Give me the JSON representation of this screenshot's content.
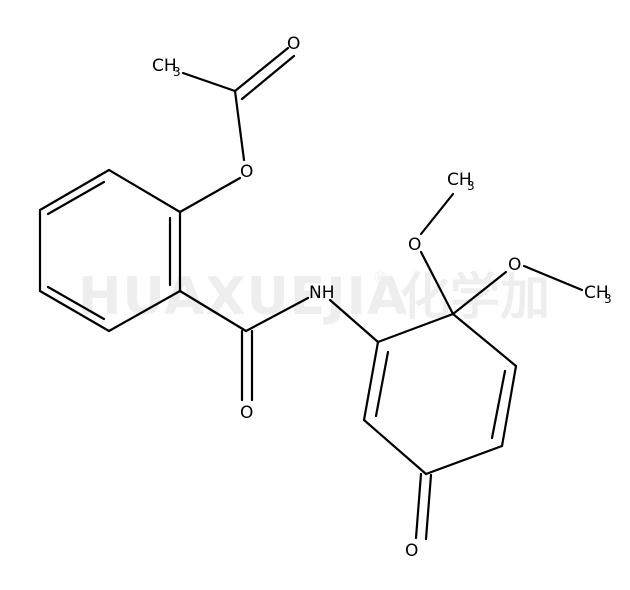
{
  "watermark": {
    "latin": "HUAXUEJIA",
    "registered": "®",
    "chinese": "化学加"
  },
  "atoms": {
    "o_carbonyl_top": "O",
    "ch3_acetyl": "CH",
    "ch3_acetyl_sub": "3",
    "o_ester": "O",
    "nh": "NH",
    "o_amide": "O",
    "ch3_methoxy_top": "CH",
    "ch3_methoxy_top_sub": "3",
    "o_methoxy_1": "O",
    "o_methoxy_2": "O",
    "ch3_methoxy_right": "CH",
    "ch3_methoxy_right_sub": "3",
    "o_ketone": "O"
  }
}
